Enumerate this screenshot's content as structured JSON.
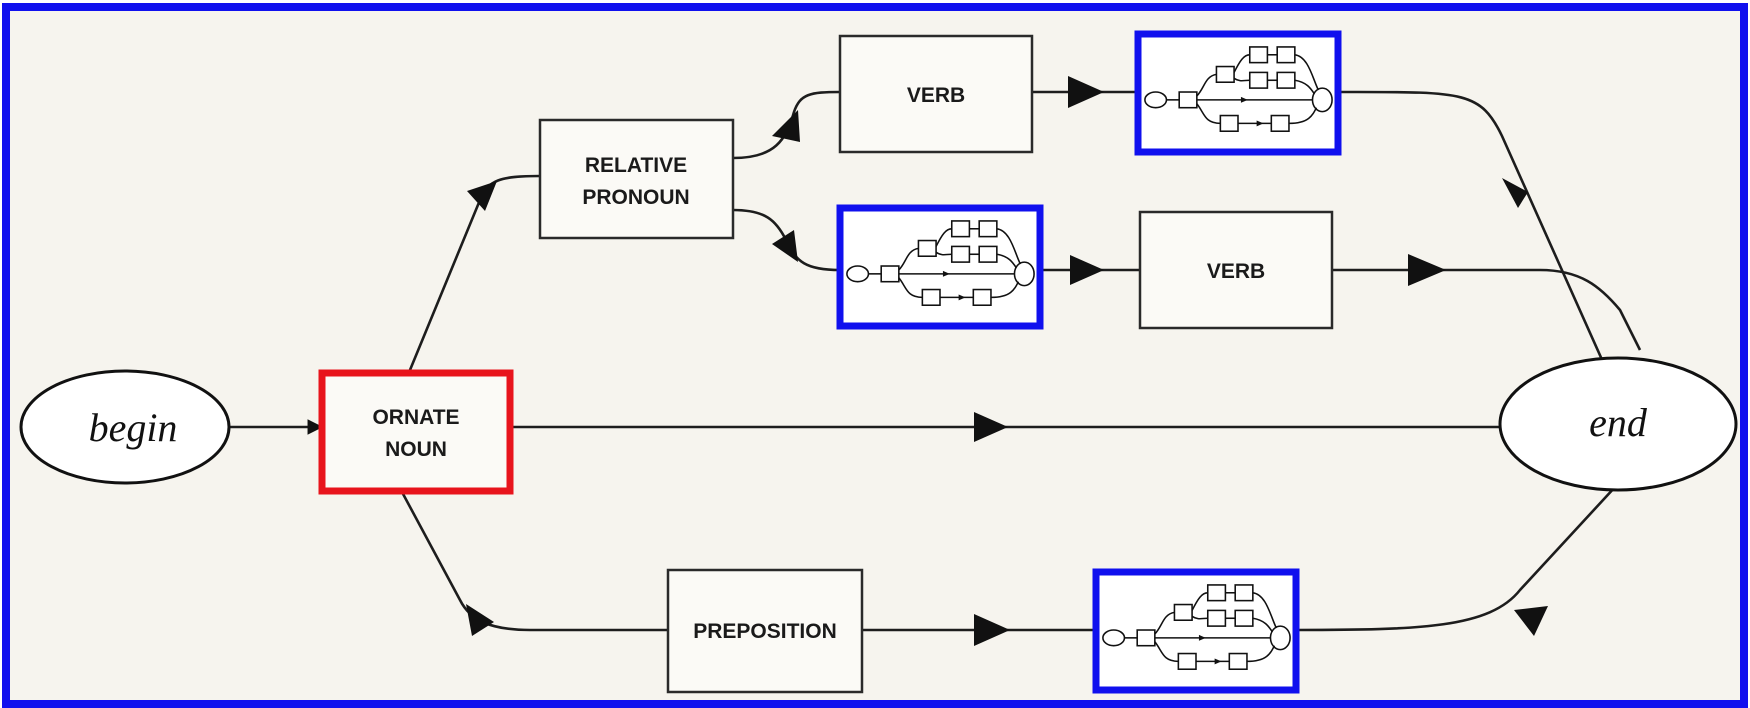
{
  "nodes": {
    "begin": "begin",
    "end": "end",
    "ornate_noun": [
      "ORNATE",
      "NOUN"
    ],
    "relative_pronoun": [
      "RELATIVE",
      "PRONOUN"
    ],
    "verb_top": "VERB",
    "verb_mid": "VERB",
    "preposition": "PREPOSITION"
  },
  "colors": {
    "frame": "#1010ee",
    "highlight_red": "#e8141c",
    "highlight_blue": "#1010ee",
    "paper": "#f6f4ee",
    "ink": "#1d1d1d"
  },
  "icons": {
    "subnetwork": "nested-noun-network-icon"
  }
}
